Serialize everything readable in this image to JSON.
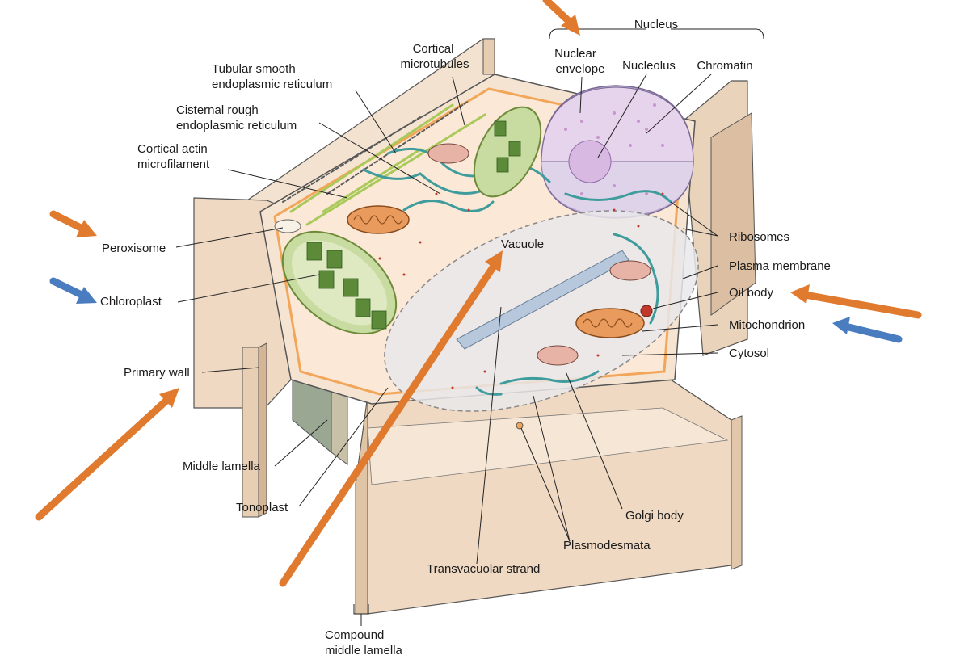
{
  "labels": {
    "nucleus": "Nucleus",
    "nuclear_envelope_1": "Nuclear",
    "nuclear_envelope_2": "envelope",
    "nucleolus": "Nucleolus",
    "chromatin": "Chromatin",
    "cortical_microtubules_1": "Cortical",
    "cortical_microtubules_2": "microtubules",
    "tubular_ser_1": "Tubular smooth",
    "tubular_ser_2": "endoplasmic reticulum",
    "cisternal_rer_1": "Cisternal rough",
    "cisternal_rer_2": "endoplasmic reticulum",
    "cortical_actin_1": "Cortical actin",
    "cortical_actin_2": "microfilament",
    "peroxisome": "Peroxisome",
    "chloroplast": "Chloroplast",
    "primary_wall": "Primary wall",
    "middle_lamella": "Middle lamella",
    "tonoplast": "Tonoplast",
    "vacuole": "Vacuole",
    "ribosomes": "Ribosomes",
    "plasma_membrane": "Plasma membrane",
    "oil_body": "Oil body",
    "mitochondrion": "Mitochondrion",
    "cytosol": "Cytosol",
    "golgi_body": "Golgi body",
    "plasmodesmata": "Plasmodesmata",
    "transvacuolar_strand": "Transvacuolar strand",
    "compound_middle_lamella_1": "Compound",
    "compound_middle_lamella_2": "middle lamella"
  },
  "colors": {
    "arrow_orange": "#e07a2e",
    "arrow_blue": "#4a7cc0",
    "wall_tan": "#efd9c2",
    "cytoplasm": "#fbe8d6",
    "membrane_orange": "#f2a65a",
    "er_teal": "#3f9c9c",
    "chloroplast_green": "#8fb05a",
    "nucleus_lavender": "#cdb8dc"
  }
}
